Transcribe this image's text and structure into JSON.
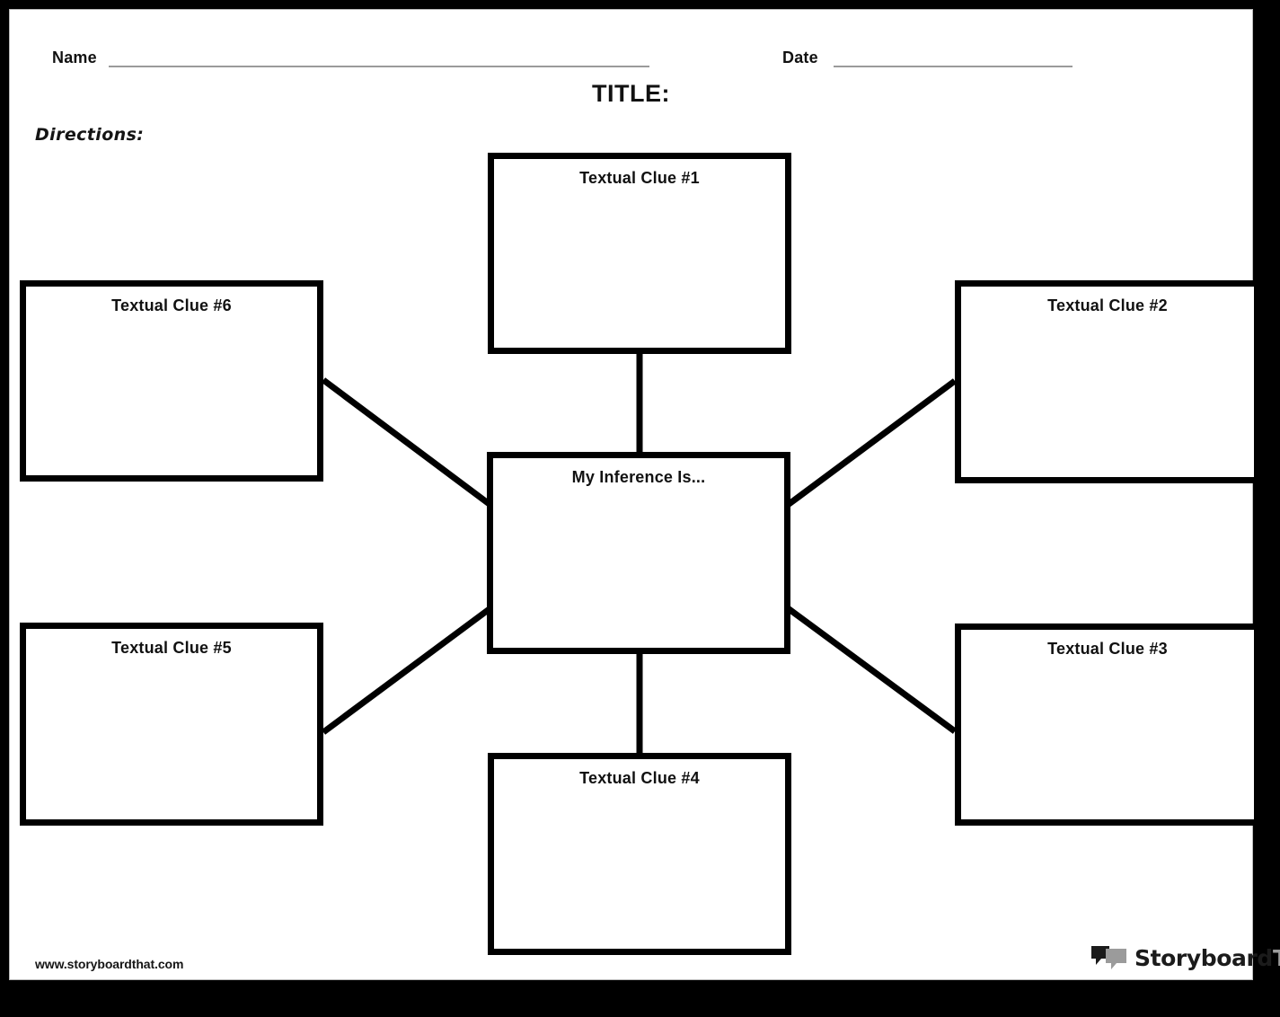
{
  "worksheet": {
    "header": {
      "name_label": "Name",
      "date_label": "Date",
      "name_value": "",
      "date_value": ""
    },
    "title": "TITLE:",
    "directions_label": "Directions:",
    "directions_value": ""
  },
  "diagram": {
    "type": "inference-web",
    "center": {
      "id": "center",
      "label": "My Inference Is...",
      "value": ""
    },
    "nodes": [
      {
        "id": "clue1",
        "label": "Textual Clue #1",
        "value": "",
        "position": "top"
      },
      {
        "id": "clue2",
        "label": "Textual Clue #2",
        "value": "",
        "position": "top-right"
      },
      {
        "id": "clue3",
        "label": "Textual Clue #3",
        "value": "",
        "position": "bottom-right"
      },
      {
        "id": "clue4",
        "label": "Textual Clue #4",
        "value": "",
        "position": "bottom"
      },
      {
        "id": "clue5",
        "label": "Textual Clue #5",
        "value": "",
        "position": "bottom-left"
      },
      {
        "id": "clue6",
        "label": "Textual Clue #6",
        "value": "",
        "position": "top-left"
      }
    ],
    "connectors": [
      {
        "from": "clue1",
        "to": "center",
        "style": "straight-vertical"
      },
      {
        "from": "clue2",
        "to": "center",
        "style": "diagonal"
      },
      {
        "from": "clue3",
        "to": "center",
        "style": "diagonal"
      },
      {
        "from": "clue4",
        "to": "center",
        "style": "straight-vertical"
      },
      {
        "from": "clue5",
        "to": "center",
        "style": "diagonal"
      },
      {
        "from": "clue6",
        "to": "center",
        "style": "diagonal"
      }
    ],
    "line_color": "#000000",
    "box_border_color": "#000000",
    "box_fill_color": "#ffffff"
  },
  "footer": {
    "site_url": "www.storyboardthat.com",
    "logo": {
      "icon": "speech-bubbles-icon",
      "word_primary": "Storyboard",
      "word_secondary": "That",
      "primary_color": "#1b1b1b",
      "secondary_color": "#9b9b9b"
    }
  }
}
